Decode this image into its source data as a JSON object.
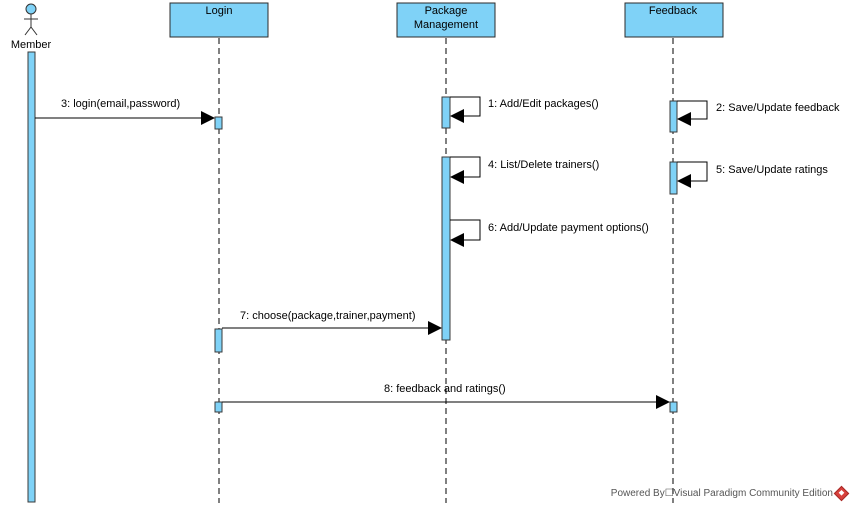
{
  "actor": {
    "name": "Member"
  },
  "participants": [
    {
      "id": "login",
      "name_lines": [
        "Login"
      ]
    },
    {
      "id": "package",
      "name_lines": [
        "Package",
        "Management"
      ]
    },
    {
      "id": "feedback",
      "name_lines": [
        "Feedback"
      ]
    }
  ],
  "messages": [
    {
      "id": "m1",
      "label": "1: Add/Edit packages()",
      "from": "package",
      "to": "package",
      "self": true
    },
    {
      "id": "m2",
      "label": "2: Save/Update feedback",
      "from": "feedback",
      "to": "feedback",
      "self": true
    },
    {
      "id": "m3",
      "label": "3: login(email,password)",
      "from": "member",
      "to": "login",
      "self": false
    },
    {
      "id": "m4",
      "label": "4: List/Delete trainers()",
      "from": "package",
      "to": "package",
      "self": true
    },
    {
      "id": "m5",
      "label": "5: Save/Update ratings",
      "from": "feedback",
      "to": "feedback",
      "self": true
    },
    {
      "id": "m6",
      "label": "6: Add/Update payment options()",
      "from": "package",
      "to": "package",
      "self": true
    },
    {
      "id": "m7",
      "label": "7: choose(package,trainer,payment)",
      "from": "login",
      "to": "package",
      "self": false
    },
    {
      "id": "m8",
      "label": "8: feedback and ratings()",
      "from": "login",
      "to": "feedback",
      "self": false
    }
  ],
  "footer": {
    "text": "Powered By☐Visual Paradigm Community Edition",
    "logo_icon": "vp-logo-icon"
  },
  "colors": {
    "box_fill": "#7fd2f7",
    "line": "#000000"
  }
}
